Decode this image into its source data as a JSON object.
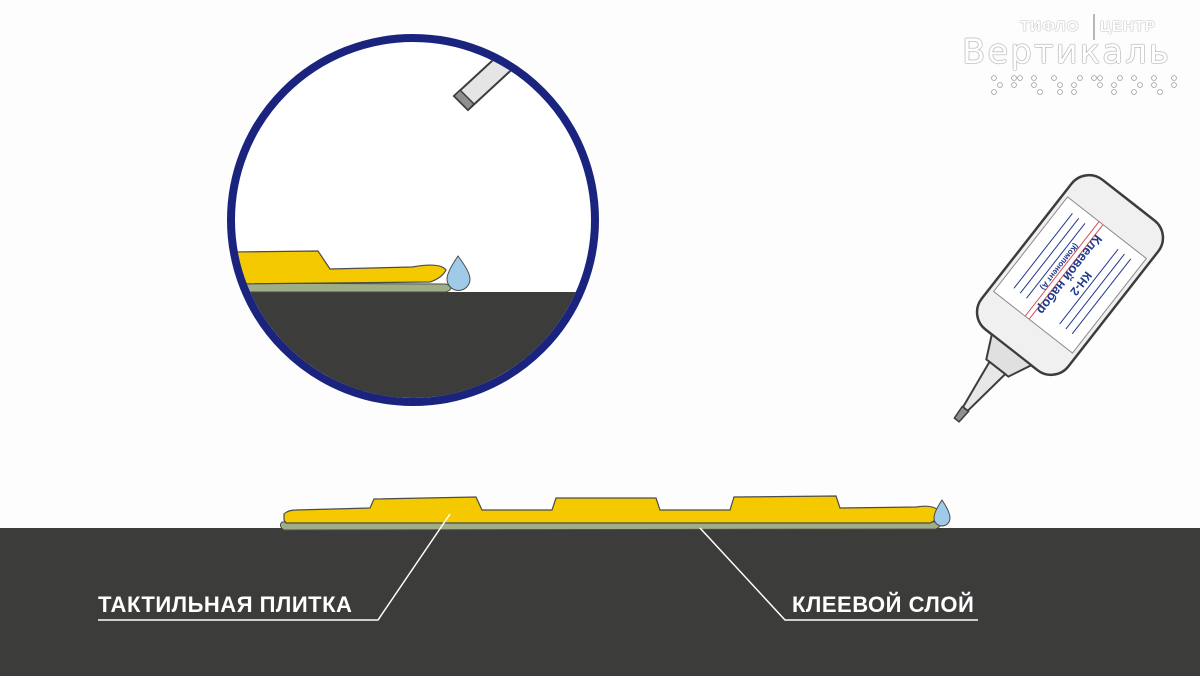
{
  "logo": {
    "top_left": "ТИФЛО",
    "top_right": "ЦЕНТР",
    "name": "Вертикаль",
    "braille_icon": "braille-dots-icon"
  },
  "labels": {
    "tile": "ТАКТИЛЬНАЯ ПЛИТКА",
    "glue": "КЛЕЕВОЙ СЛОЙ"
  },
  "bottle": {
    "title": "Клеевой набор",
    "model": "КН-2",
    "component": "(Компонент А)"
  },
  "colors": {
    "floor": "#3c3c3b",
    "tile": "#f4c900",
    "glue": "#9fae86",
    "lens_ring": "#1a237e",
    "drop": "#9fcbe8",
    "callout_line": "#ffffff"
  }
}
